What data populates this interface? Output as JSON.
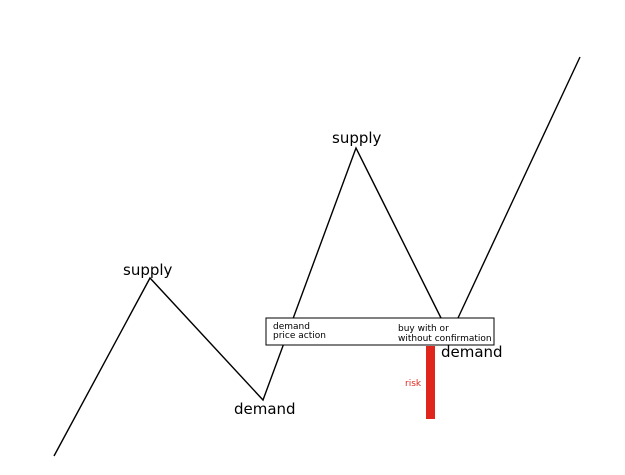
{
  "labels": {
    "supply_left": "supply",
    "supply_top": "supply",
    "demand_bottom": "demand",
    "demand_right": "demand",
    "zone_left_line1": "demand",
    "zone_left_line2": "price action",
    "zone_right_line1": "buy with or",
    "zone_right_line2": "without confirmation",
    "risk": "risk"
  },
  "colors": {
    "line": "#000000",
    "risk_bar": "#e0261c",
    "risk_text": "#e0261c",
    "zone_border": "#000000",
    "zone_fill": "#ffffff"
  }
}
